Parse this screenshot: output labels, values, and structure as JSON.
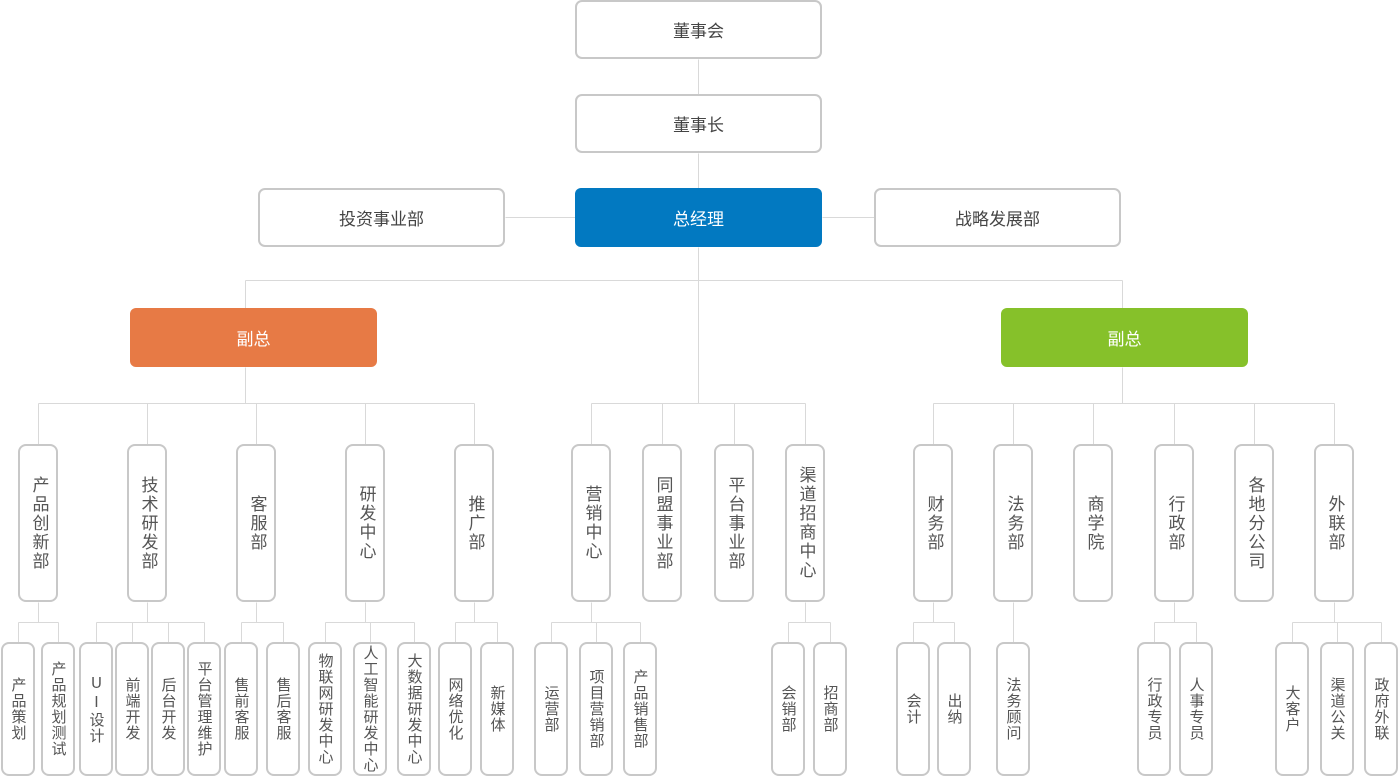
{
  "colors": {
    "line": "#d9d9d9",
    "border": "#c8c8c8",
    "general_manager": "#0279c1",
    "vp_left": "#e77a45",
    "vp_right": "#86c12a"
  },
  "org": {
    "board": "董事会",
    "chairman": "董事长",
    "general_manager": "总经理",
    "investment": "投资事业部",
    "strategy": "战略发展部",
    "vp_left": "副总",
    "vp_right": "副总",
    "departments": [
      {
        "id": "d1",
        "label": "产品创新部",
        "children": [
          "产品策划",
          "产品规划测试"
        ]
      },
      {
        "id": "d2",
        "label": "技术研发部",
        "children": [
          "UI设计",
          "前端开发",
          "后台开发",
          "平台管理维护"
        ]
      },
      {
        "id": "d3",
        "label": "客服部",
        "children": [
          "售前客服",
          "售后客服"
        ]
      },
      {
        "id": "d4",
        "label": "研发中心",
        "children": [
          "物联网研发中心",
          "人工智能研发中心",
          "大数据研发中心"
        ]
      },
      {
        "id": "d5",
        "label": "推广部",
        "children": [
          "网络优化",
          "新媒体"
        ]
      },
      {
        "id": "d6",
        "label": "营销中心",
        "children": [
          "运营部",
          "项目营销部",
          "产品销售部"
        ]
      },
      {
        "id": "d7",
        "label": "同盟事业部",
        "children": []
      },
      {
        "id": "d8",
        "label": "平台事业部",
        "children": []
      },
      {
        "id": "d9",
        "label": "渠道招商中心",
        "children": [
          "会销部",
          "招商部"
        ]
      },
      {
        "id": "d10",
        "label": "财务部",
        "children": [
          "会计",
          "出纳"
        ]
      },
      {
        "id": "d11",
        "label": "法务部",
        "children": [
          "法务顾问"
        ]
      },
      {
        "id": "d12",
        "label": "商学院",
        "children": []
      },
      {
        "id": "d13",
        "label": "行政部",
        "children": [
          "行政专员",
          "人事专员"
        ]
      },
      {
        "id": "d14",
        "label": "各地分公司",
        "children": []
      },
      {
        "id": "d15",
        "label": "外联部",
        "children": [
          "大客户",
          "渠道公关",
          "政府外联"
        ]
      }
    ]
  }
}
